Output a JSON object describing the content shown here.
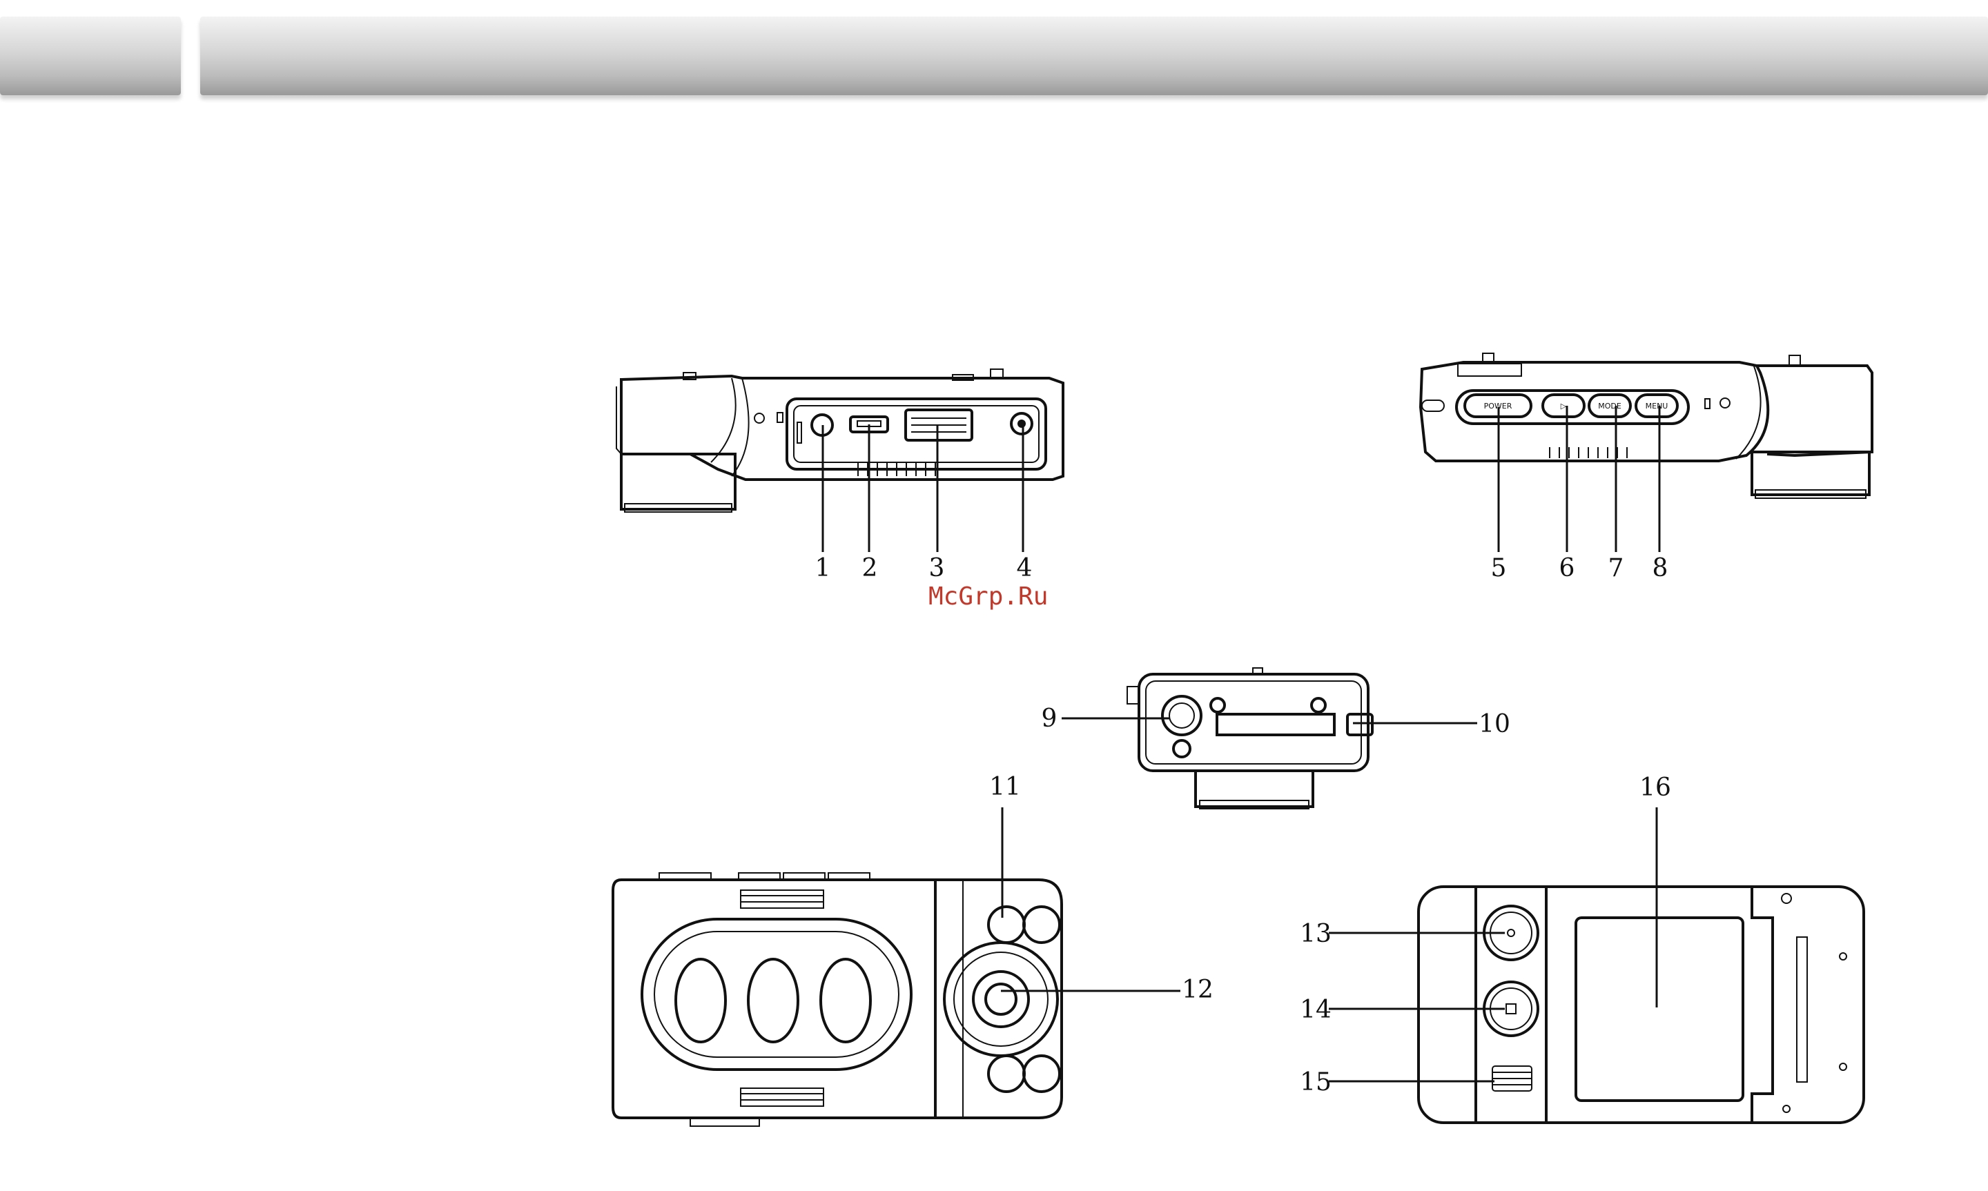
{
  "header": {
    "left_tab": "",
    "title": ""
  },
  "watermark": "McGrp.Ru",
  "callouts": {
    "c1": "1",
    "c2": "2",
    "c3": "3",
    "c4": "4",
    "c5": "5",
    "c6": "6",
    "c7": "7",
    "c8": "8",
    "c9": "9",
    "c10": "10",
    "c11": "11",
    "c12": "12",
    "c13": "13",
    "c14": "14",
    "c15": "15",
    "c16": "16"
  },
  "buttons": {
    "power": "POWER",
    "play": "▷",
    "mode": "MODE",
    "menu": "MENU"
  }
}
